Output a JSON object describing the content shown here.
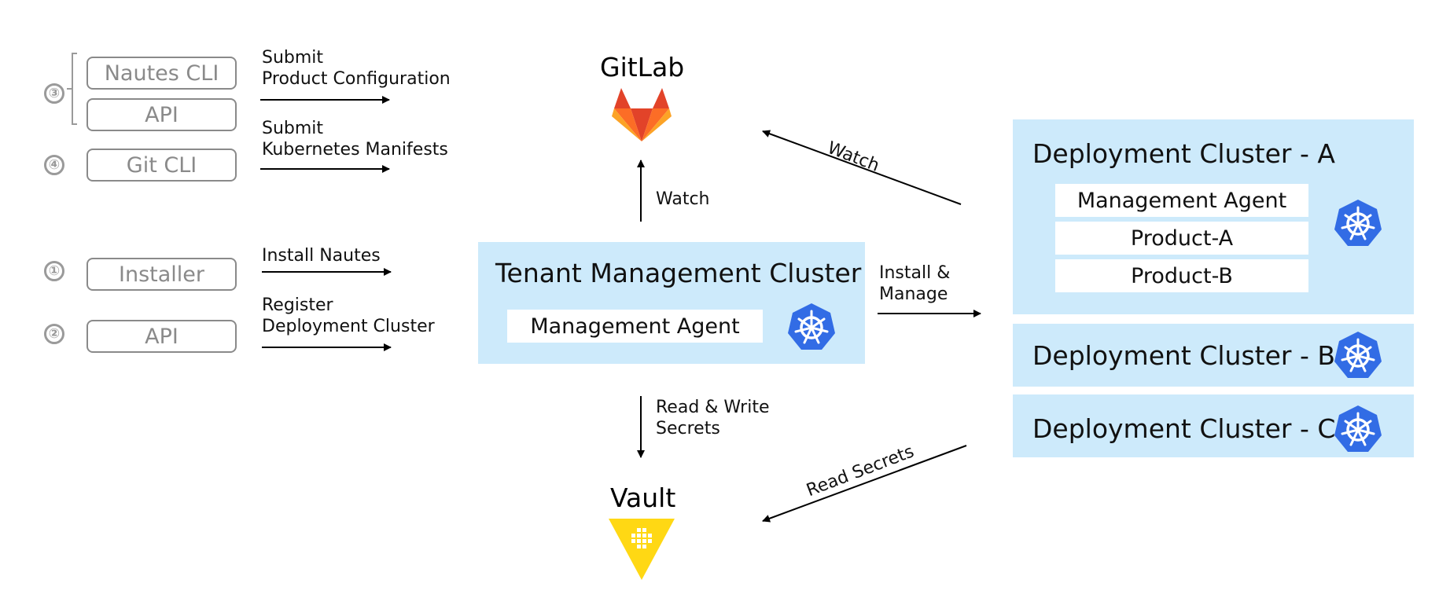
{
  "clients": {
    "step3": "③",
    "step4": "④",
    "step1": "①",
    "step2": "②",
    "nautes_cli": "Nautes CLI",
    "api_top": "API",
    "git_cli": "Git CLI",
    "installer": "Installer",
    "api_bottom": "API"
  },
  "actions": {
    "submit_product_line1": "Submit",
    "submit_product_line2": "Product Configuration",
    "submit_manifests_line1": "Submit",
    "submit_manifests_line2": "Kubernetes Manifests",
    "install_nautes": "Install Nautes",
    "register_line1": "Register",
    "register_line2": "Deployment Cluster"
  },
  "gitlab": {
    "title": "GitLab",
    "icon": "gitlab-icon"
  },
  "vault": {
    "title": "Vault",
    "icon": "vault-icon"
  },
  "tenant": {
    "title": "Tenant Management Cluster",
    "agent": "Management Agent"
  },
  "deployment": {
    "a_title": "Deployment Cluster - A",
    "a_rows": [
      "Management Agent",
      "Product-A",
      "Product-B"
    ],
    "b_title": "Deployment Cluster - B",
    "c_title": "Deployment Cluster - C"
  },
  "edges": {
    "watch_tenant": "Watch",
    "watch_deploy": "Watch",
    "install_manage_line1": "Install &",
    "install_manage_line2": "Manage",
    "read_write_line1": "Read & Write",
    "read_write_line2": "Secrets",
    "read_secrets": "Read Secrets"
  },
  "colors": {
    "cluster_bg": "#cdeafb",
    "k8s_blue": "#326ce5",
    "vault_yellow": "#ffd814",
    "gitlab_orange": "#fc6d26"
  }
}
